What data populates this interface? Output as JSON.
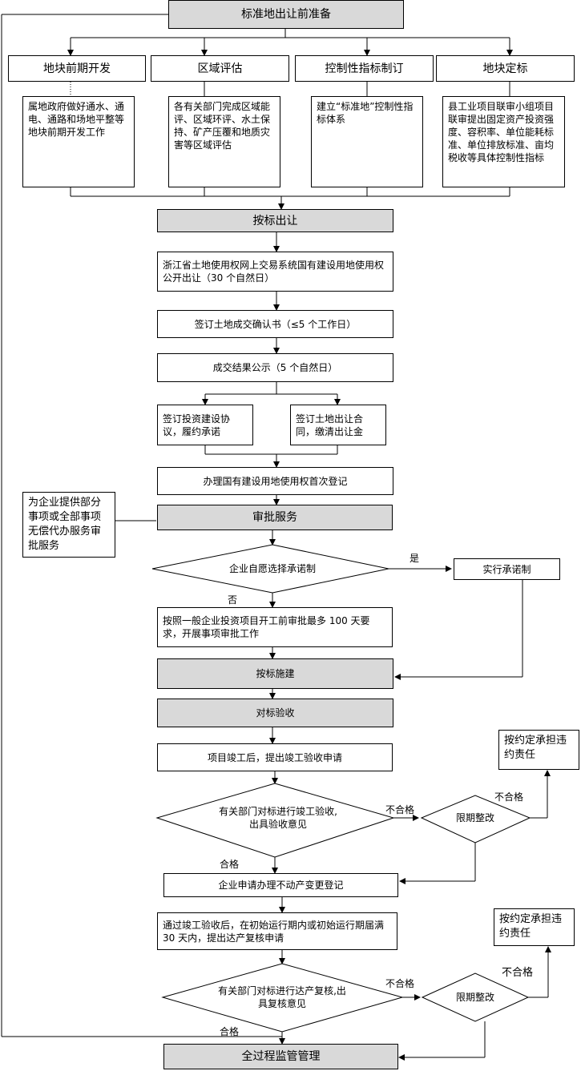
{
  "top": "标准地出让前准备",
  "prep": {
    "cols": [
      {
        "title": "地块前期开发",
        "detail": "属地政府做好通水、通电、通路和场地平整等地块前期开发工作"
      },
      {
        "title": "区域评估",
        "detail": "各有关部门完成区域能评、区域环评、水土保持、矿产压覆和地质灾害等区域评估"
      },
      {
        "title": "控制性指标制订",
        "detail": "建立“标准地”控制性指标体系"
      },
      {
        "title": "地块定标",
        "detail": "县工业项目联审小组项目联审提出固定资产投资强度、容积率、单位能耗标准、单位排放标准、亩均税收等具体控制性指标"
      }
    ]
  },
  "sale": {
    "title": "按标出让",
    "step1": "浙江省土地使用权网上交易系统国有建设用地使用权公开出让（30 个自然日）",
    "step2": "签订土地成交确认书（≤5 个工作日）",
    "step3": "成交结果公示（5 个自然日）",
    "step4a": "签订投资建设协议，履约承诺",
    "step4b": "签订土地出让合同，缴清出让金",
    "step5": "办理国有建设用地使用权首次登记"
  },
  "side_service": "为企业提供部分事项或全部事项无偿代办服务审批服务",
  "approval": {
    "title": "审批服务",
    "decision": "企业自愿选择承诺制",
    "yes": "是",
    "no": "否",
    "commit": "实行承诺制",
    "normal": "按照一般企业投资项目开工前审批最多 100 天要求，开展事项审批工作"
  },
  "build": {
    "title": "按标施建"
  },
  "accept": {
    "title": "对标验收",
    "apply": "项目竣工后，提出竣工验收申请",
    "check": "有关部门对标进行竣工验收,出具验收意见",
    "fail": "不合格",
    "rectify": "限期整改",
    "fail2": "不合格",
    "liability": "按约定承担违约责任",
    "pass": "合格",
    "register": "企业申请办理不动产变更登记"
  },
  "review": {
    "apply": "通过竣工验收后，在初始运行期内或初始运行期届满 30 天内，提出达产复核申请",
    "check": "有关部门对标进行达产复核,出具复核意见",
    "fail": "不合格",
    "rectify": "限期整改",
    "fail2": "不合格",
    "liability": "按约定承担违约责任",
    "pass": "合格"
  },
  "bottom": "全过程监管管理"
}
